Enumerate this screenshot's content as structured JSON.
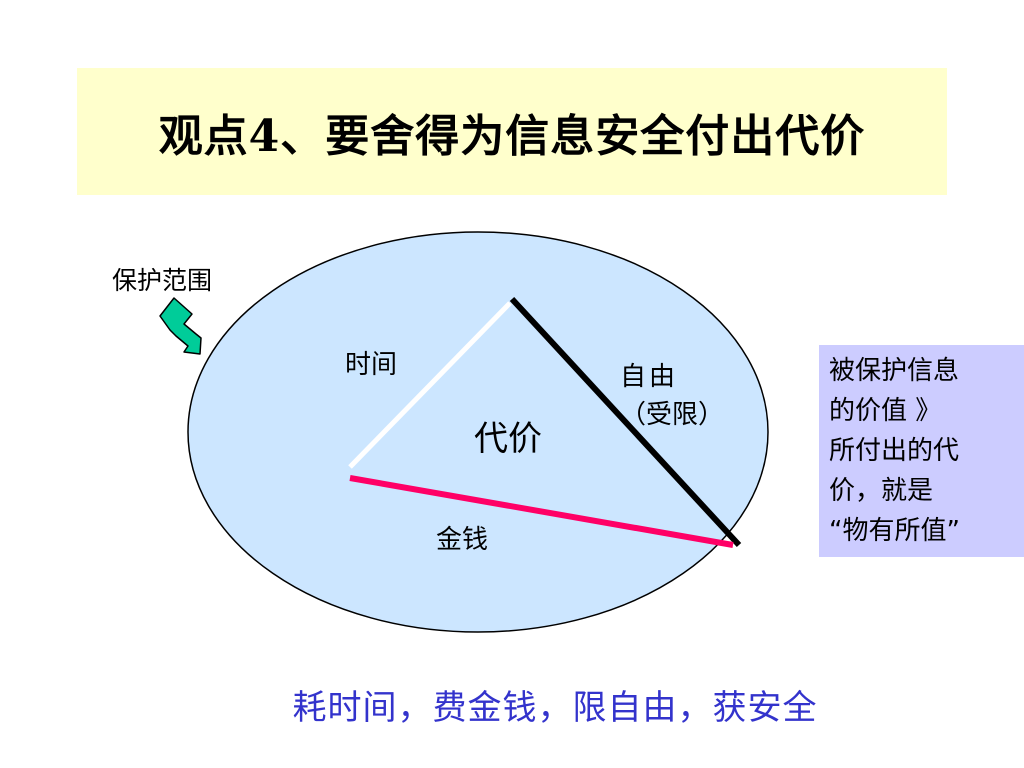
{
  "title": "观点4、要舍得为信息安全付出代价",
  "diagram": {
    "protection_label": "保护范围",
    "time_label": "时间",
    "freedom_label": "自由",
    "freedom_limited": "（受限）",
    "cost_label": "代价",
    "money_label": "金钱"
  },
  "value_note": "被保护信息\n的价值 》\n所付出的代\n价，就是\n“物有所值”",
  "footer": "耗时间，费金钱，限自由，获安全",
  "colors": {
    "title_background": "#ffffcc",
    "ellipse_fill": "#cce6ff",
    "time_edge": "#ffffff",
    "freedom_edge": "#000000",
    "money_edge": "#ff0066",
    "arrow_fill": "#00cc99",
    "note_background": "#ccccff",
    "footer_text": "#3333cc"
  },
  "icons": {
    "pointer_arrow": "bent-arrow-icon"
  }
}
